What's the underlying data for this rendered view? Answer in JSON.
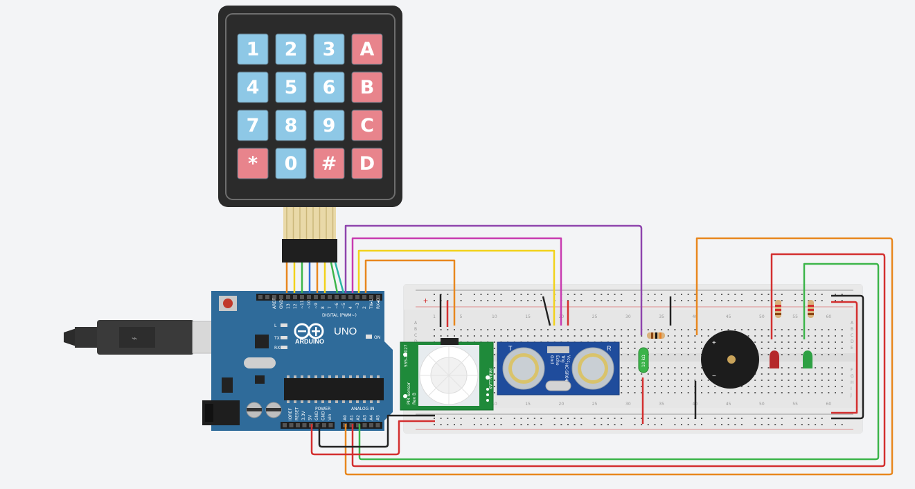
{
  "keypad": {
    "keys": [
      {
        "label": "1",
        "type": "num"
      },
      {
        "label": "2",
        "type": "num"
      },
      {
        "label": "3",
        "type": "num"
      },
      {
        "label": "A",
        "type": "letter"
      },
      {
        "label": "4",
        "type": "num"
      },
      {
        "label": "5",
        "type": "num"
      },
      {
        "label": "6",
        "type": "num"
      },
      {
        "label": "B",
        "type": "letter"
      },
      {
        "label": "7",
        "type": "num"
      },
      {
        "label": "8",
        "type": "num"
      },
      {
        "label": "9",
        "type": "num"
      },
      {
        "label": "C",
        "type": "letter"
      },
      {
        "label": "*",
        "type": "letter"
      },
      {
        "label": "0",
        "type": "num"
      },
      {
        "label": "#",
        "type": "letter"
      },
      {
        "label": "D",
        "type": "letter"
      }
    ],
    "colors": {
      "num": "#8ec8e6",
      "letter": "#e8848c"
    }
  },
  "arduino": {
    "brand": "ARDUINO",
    "model": "UNO",
    "digital_label": "DIGITAL (PWM~)",
    "power_label": "POWER",
    "analog_label": "ANALOG IN",
    "on_label": "ON",
    "led_labels": [
      "L",
      "TX",
      "RX"
    ],
    "digital_pins": [
      "AREF",
      "GND",
      "13",
      "12",
      "~11",
      "~10",
      "~9",
      "8",
      "7",
      "~6",
      "~5",
      "4",
      "~3",
      "2",
      "TX▸1",
      "RX◂0"
    ],
    "power_pins": [
      "IOREF",
      "RESET",
      "3.3V",
      "5V",
      "GND",
      "GND",
      "Vin"
    ],
    "analog_pins": [
      "A0",
      "A1",
      "A2",
      "A3",
      "A4",
      "A5"
    ],
    "board_color": "#2f6b9a"
  },
  "pir": {
    "label_top": "555-28027",
    "label_side": "PIR Sensor",
    "label_side2": "Rev B",
    "label_right": "PARALLAX"
  },
  "ultrasonic": {
    "model": "HC-SR04",
    "pins": [
      "Vcc",
      "Trig",
      "Echo",
      "Gnd"
    ]
  },
  "breadboard": {
    "column_numbers": [
      "1",
      "5",
      "10",
      "15",
      "20",
      "25",
      "30",
      "35",
      "40",
      "45",
      "50",
      "55",
      "60"
    ],
    "row_letters_top": [
      "A",
      "B",
      "C",
      "D",
      "E"
    ],
    "row_letters_bottom": [
      "F",
      "G",
      "H",
      "I",
      "J"
    ],
    "rail_plus": "+",
    "rail_minus": "−"
  },
  "photoresistor": {
    "label": "10 kΩ"
  },
  "buzzer": {
    "plus": "+",
    "minus": "−"
  },
  "leds": [
    {
      "color": "#c0392b"
    },
    {
      "color": "#2ea043"
    }
  ],
  "wire_colors": {
    "orange": "#e8871e",
    "yellow": "#f2d21b",
    "magenta": "#c83bb0",
    "purple": "#8e44ad",
    "red": "#d32f2f",
    "green": "#3cb54a",
    "black": "#222222",
    "teal": "#2bb5a3"
  }
}
